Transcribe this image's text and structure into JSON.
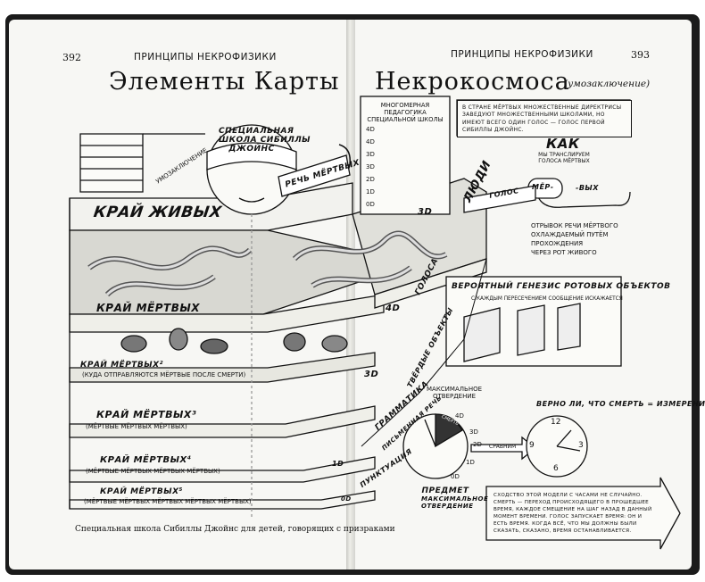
{
  "left_page": {
    "page_number": "392",
    "running_head": "ПРИНЦИПЫ НЕКРОФИЗИКИ",
    "title": "Элементы Карты",
    "caption": "Специальная школа Сибиллы Джойнс для детей, говорящих с призраками"
  },
  "right_page": {
    "page_number": "393",
    "running_head": "ПРИНЦИПЫ НЕКРОФИЗИКИ",
    "title": "Некрокосмоса",
    "subtitle": "(умозаключение)"
  },
  "illustration": {
    "school_label": [
      "СПЕЦИАЛЬНАЯ",
      "ШКОЛА СИБИЛЛЫ",
      "ДЖОЙНС"
    ],
    "speech_label": "РЕЧЬ МЁРТВЫХ",
    "inference_label": "УМОЗАКЛЮЧЕНИЕ",
    "layers": [
      {
        "title": "КРАЙ ЖИВЫХ",
        "note": ""
      },
      {
        "title": "КРАЙ МЁРТВЫХ",
        "note": ""
      },
      {
        "title": "КРАЙ МЁРТВЫХ²",
        "note": "(КУДА ОТПРАВЛЯЮТСЯ МЁРТВЫЕ ПОСЛЕ СМЕРТИ)"
      },
      {
        "title": "КРАЙ МЁРТВЫХ³",
        "note": "(МЁРТВЫЕ МЁРТВЫХ МЁРТВЫХ)"
      },
      {
        "title": "КРАЙ МЁРТВЫХ⁴",
        "note": "(МЁРТВЫЕ МЁРТВЫХ МЁРТВЫХ МЁРТВЫХ)"
      },
      {
        "title": "КРАЙ МЁРТВЫХ⁵",
        "note": "(МЁРТВЫЕ МЁРТВЫХ МЁРТВЫХ МЁРТВЫХ МЁРТВЫХ)"
      }
    ],
    "dimensions": [
      "3D",
      "4D",
      "3D",
      "1D",
      "0D"
    ],
    "wall_labels": [
      "ЛЮДИ",
      "ГОЛОСА",
      "ТВЁРДЫЕ ОБЪЕКТЫ",
      "ГРАММАТИКА",
      "ПИСЬМЕННАЯ РЕЧЬ",
      "ПУНКТУАЦИЯ"
    ],
    "pedagogy_box": {
      "title": [
        "МНОГОМЕРНАЯ ПЕДАГОГИКА",
        "СПЕЦИАЛЬНОЙ ШКОЛЫ"
      ],
      "rows": [
        "4D",
        "4D",
        "3D",
        "3D",
        "2D",
        "1D",
        "0D"
      ]
    },
    "note_top": "В СТРАНЕ МЁРТВЫХ МНОЖЕСТВЕННЫЕ ДИРЕКТРИСЫ ЗАВЕДУЮТ МНОЖЕСТВЕННЫМИ ШКОЛАМИ, НО ИМЕЮТ ВСЕГО ОДИН ГОЛОС — ГОЛОС ПЕРВОЙ СИБИЛЛЫ ДЖОЙНС.",
    "how": {
      "title": "КАК",
      "subtitle": [
        "МЫ ТРАНСЛИРУЕМ",
        "ГОЛОСА МЁРТВЫХ"
      ],
      "voice": "ГОЛОС",
      "word_parts": [
        "МЁР-",
        "-ВЫХ"
      ],
      "description": [
        "ОТРЫВОК РЕЧИ МЁРТВОГО",
        "ОХЛАЖДАЕМЫЙ ПУТЁМ",
        "ПРОХОЖДЕНИЯ",
        "ЧЕРЕЗ РОТ ЖИВОГО"
      ]
    },
    "genesis_box": {
      "title": "ВЕРОЯТНЫЙ ГЕНЕЗИС РОТОВЫХ ОБЪЕКТОВ",
      "subtitle": "С КАЖДЫМ ПЕРЕСЕЧЕНИЕМ СООБЩЕНИЕ ИСКАЖАЕТСЯ"
    },
    "hardening_top": [
      "МАКСИМАЛЬНОЕ",
      "ОТВЕРДЕНИЕ"
    ],
    "hardening_bottom": [
      "ПРЕДМЕТ",
      "МАКСИМАЛЬНОЕ",
      "ОТВЕРДЕНИЕ"
    ],
    "question": "ВЕРНО ЛИ, ЧТО СМЕРТЬ = ИЗМЕРЕНИЕ?",
    "clock": {
      "compare": "СРАВНИМ",
      "death": "СМЕРТЬ",
      "numerals": [
        "12",
        "3",
        "6",
        "9"
      ]
    },
    "dial_labels": [
      "4D",
      "3D",
      "2D",
      "1D",
      "0D"
    ],
    "note_bottom": "СХОДСТВО ЭТОЙ МОДЕЛИ С ЧАСАМИ НЕ СЛУЧАЙНО. СМЕРТЬ — ПЕРЕХОД ПРОИСХОДЯЩЕГО В ПРОШЕДШЕЕ ВРЕМЯ, КАЖДОЕ СМЕЩЕНИЕ НА ШАГ НАЗАД В ДАННЫЙ МОМЕНТ ВРЕМЕНИ. ГОЛОС ЗАПУСКАЕТ ВРЕМЯ: ОН И ЕСТЬ ВРЕМЯ. КОГДА ВСЁ, ЧТО МЫ ДОЛЖНЫ БЫЛИ СКАЗАТЬ, СКАЗАНО, ВРЕМЯ ОСТАНАВЛИВАЕТСЯ."
  }
}
